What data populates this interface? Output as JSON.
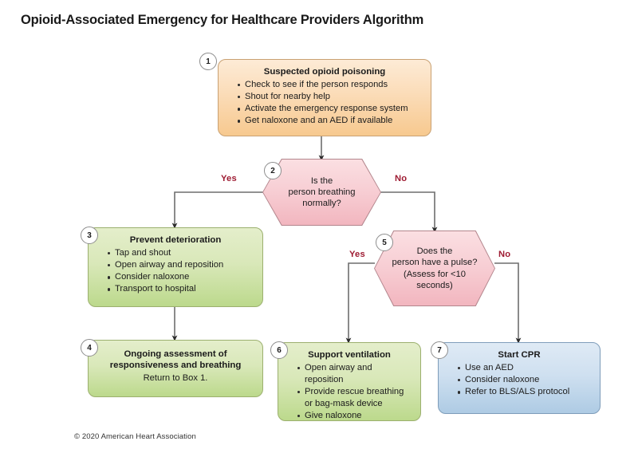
{
  "title": "Opioid-Associated Emergency for Healthcare Providers Algorithm",
  "footer": "© 2020 American Heart Association",
  "colors": {
    "orange": "#fbdcb8",
    "green": "#d9e8b9",
    "pink": "#f7cdd3",
    "blue": "#cfe0f0",
    "label_red": "#9e1b32"
  },
  "nodes": {
    "box1": {
      "number": "1",
      "header": "Suspected opioid poisoning",
      "bullets": [
        "Check to see if the person responds",
        "Shout for nearby help",
        "Activate the emergency response system",
        "Get naloxone and an AED if available"
      ]
    },
    "box2": {
      "number": "2",
      "line1": "Is the",
      "line2": "person breathing",
      "line3": "normally?"
    },
    "box3": {
      "number": "3",
      "header": "Prevent deterioration",
      "bullets": [
        "Tap and shout",
        "Open airway and reposition",
        "Consider naloxone",
        "Transport to hospital"
      ]
    },
    "box4": {
      "number": "4",
      "header_line1": "Ongoing assessment of",
      "header_line2": "responsiveness and breathing",
      "subline": "Return to Box 1."
    },
    "box5": {
      "number": "5",
      "line1": "Does the",
      "line2": "person have a pulse?",
      "line3": "(Assess for <10",
      "line4": "seconds)"
    },
    "box6": {
      "number": "6",
      "header": "Support ventilation",
      "bullets": [
        "Open airway and reposition",
        "Provide rescue breathing",
        "or bag-mask device",
        "Give naloxone"
      ]
    },
    "box7": {
      "number": "7",
      "header": "Start CPR",
      "bullets": [
        "Use an AED",
        "Consider naloxone",
        "Refer to BLS/ALS protocol"
      ]
    }
  },
  "branch_labels": {
    "b2_yes": "Yes",
    "b2_no": "No",
    "b5_yes": "Yes",
    "b5_no": "No"
  }
}
